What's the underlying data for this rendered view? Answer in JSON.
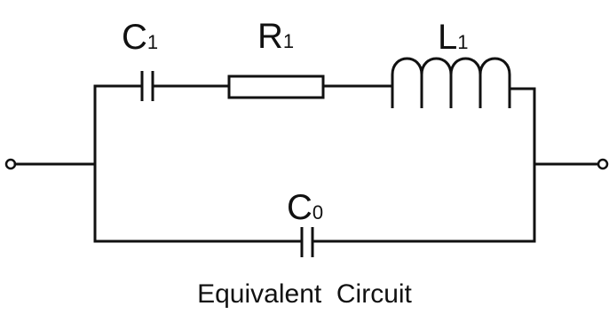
{
  "components": {
    "c1": {
      "symbol": "C",
      "subscript": "1"
    },
    "r1": {
      "symbol": "R",
      "subscript": "1"
    },
    "l1": {
      "symbol": "L",
      "subscript": "1"
    },
    "c0": {
      "symbol": "C",
      "subscript": "0"
    }
  },
  "caption": "Equivalent  Circuit",
  "colors": {
    "ink": "#111111",
    "background": "#ffffff"
  }
}
